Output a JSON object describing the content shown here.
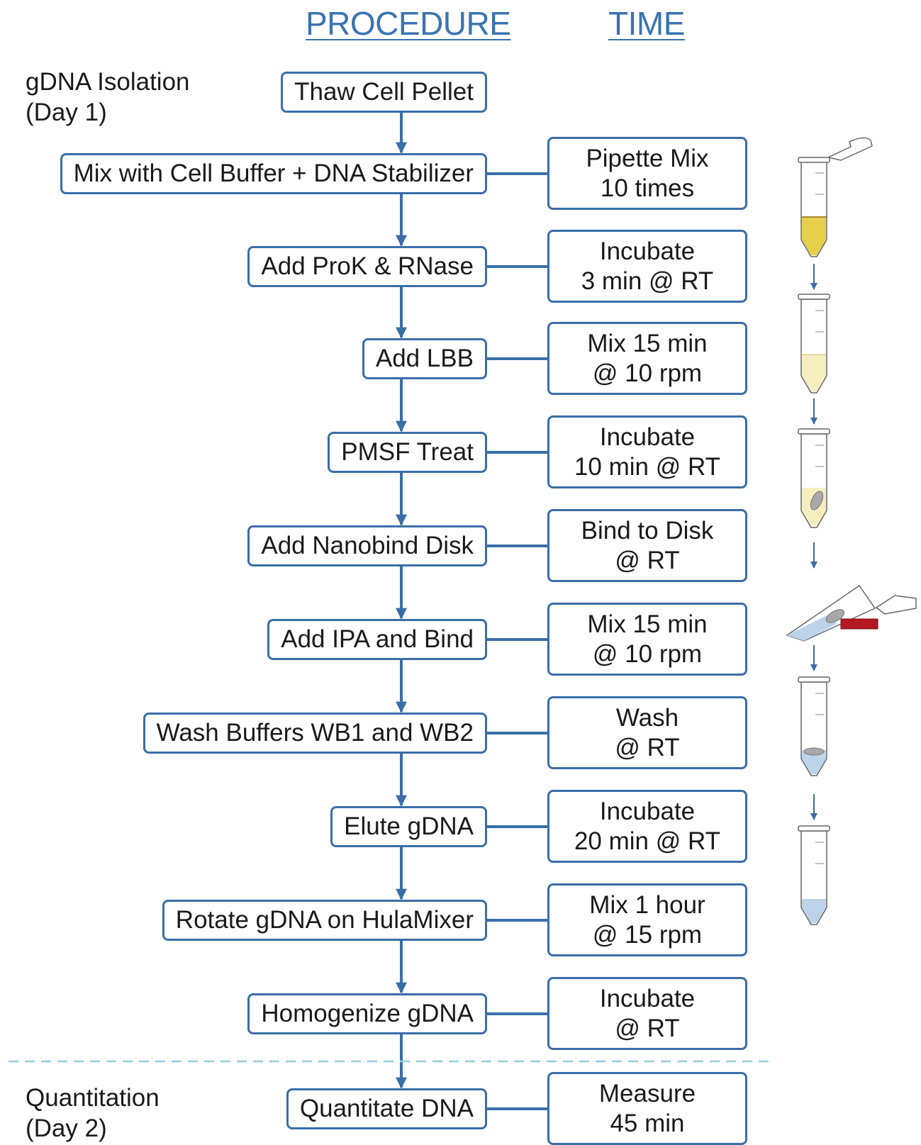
{
  "headers": {
    "procedure": "PROCEDURE",
    "time": "TIME"
  },
  "sections": [
    {
      "line1": "gDNA Isolation",
      "line2": "(Day 1)"
    },
    {
      "line1": "Quantitation",
      "line2": "(Day 2)"
    }
  ],
  "steps": [
    {
      "procedure": "Thaw Cell Pellet",
      "time": ""
    },
    {
      "procedure": "Mix with Cell Buffer + DNA Stabilizer",
      "time": "Pipette Mix\n10 times"
    },
    {
      "procedure": "Add ProK & RNase",
      "time": "Incubate\n3 min @ RT"
    },
    {
      "procedure": "Add LBB",
      "time": "Mix 15 min\n@ 10 rpm"
    },
    {
      "procedure": "PMSF Treat",
      "time": "Incubate\n10 min @ RT"
    },
    {
      "procedure": "Add Nanobind Disk",
      "time": "Bind to Disk\n@ RT"
    },
    {
      "procedure": "Add IPA and Bind",
      "time": "Mix 15 min\n@ 10 rpm"
    },
    {
      "procedure": "Wash Buffers WB1 and WB2",
      "time": "Wash\n@ RT"
    },
    {
      "procedure": "Elute gDNA",
      "time": "Incubate\n20 min @ RT"
    },
    {
      "procedure": "Rotate gDNA on HulaMixer",
      "time": "Mix 1 hour\n@ 15 rpm"
    },
    {
      "procedure": "Homogenize gDNA",
      "time": "Incubate\n@ RT"
    },
    {
      "procedure": "Quantitate DNA",
      "time": "Measure\n45 min"
    }
  ],
  "colors": {
    "box_border": "#3a6ea8",
    "header_text": "#3a73b2",
    "divider": "#8fd0dc",
    "liquid_yellow": "#e6cf4a",
    "liquid_pale_yellow": "#f7eec0",
    "liquid_blue": "#bcd3ea",
    "magnet_red": "#b3191e"
  },
  "illustrations": [
    "tube-open-lid-yellow-icon",
    "tube-pale-yellow-icon",
    "tube-disk-icon",
    "tube-tilted-magnet-icon",
    "tube-blue-disk-icon",
    "tube-blue-icon"
  ]
}
